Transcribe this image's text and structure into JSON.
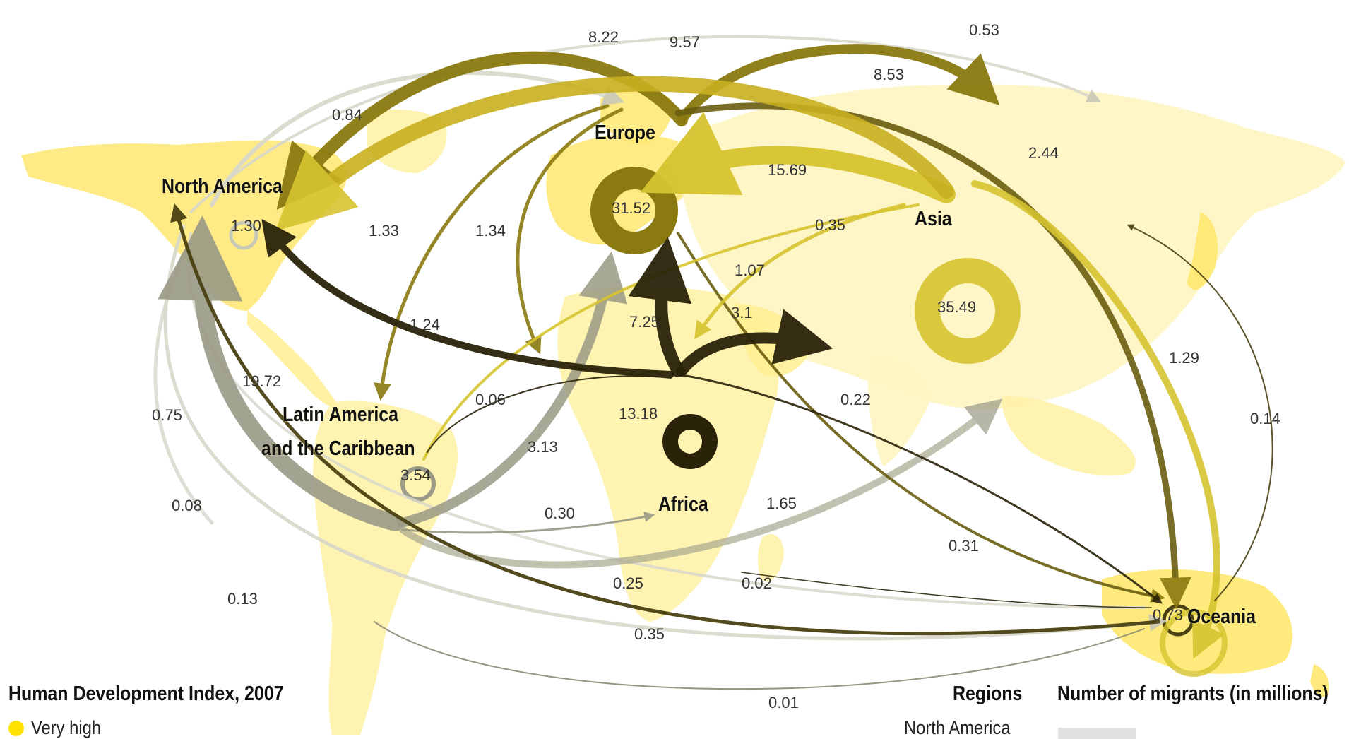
{
  "colors": {
    "background": "#ffffff",
    "land_very_high": "#fff2a8",
    "land_high": "#ffe870",
    "land_medium": "#fff6c4",
    "from_europe": "#8a7a10",
    "from_asia": "#d6c430",
    "from_africa": "#2a230a",
    "from_latin_america": "#9a9a86",
    "from_north_america": "#c8c8b8",
    "from_oceania": "#4a4112",
    "label_text": "#111111"
  },
  "regions": [
    {
      "id": "north-america",
      "lines": [
        "North America"
      ],
      "internal_value": "1.30"
    },
    {
      "id": "europe",
      "lines": [
        "Europe"
      ],
      "internal_value": "31.52"
    },
    {
      "id": "asia",
      "lines": [
        "Asia"
      ],
      "internal_value": "35.49"
    },
    {
      "id": "africa",
      "lines": [
        "Africa"
      ],
      "internal_value": "13.18"
    },
    {
      "id": "latin-america",
      "lines": [
        "Latin America",
        "and the Caribbean"
      ],
      "internal_value": "3.54"
    },
    {
      "id": "oceania",
      "lines": [
        "Oceania"
      ],
      "internal_value": "0.73"
    }
  ],
  "flow_labels": [
    "8.22",
    "9.57",
    "0.53",
    "8.53",
    "0.84",
    "2.44",
    "15.69",
    "1.33",
    "1.34",
    "0.35",
    "1.07",
    "1.24",
    "7.25",
    "3.1",
    "19.72",
    "0.06",
    "0.22",
    "0.75",
    "3.13",
    "1.29",
    "0.14",
    "0.08",
    "0.30",
    "1.65",
    "0.31",
    "0.25",
    "0.02",
    "0.13",
    "0.35",
    "0.01"
  ],
  "legend": {
    "hdi_title": "Human Development Index, 2007",
    "hdi_items": [
      {
        "label": "Very high",
        "color": "#ffe100"
      }
    ],
    "regions_title": "Regions",
    "regions_items": [
      "North America"
    ],
    "migrants_title": "Number of migrants (in millions)"
  }
}
